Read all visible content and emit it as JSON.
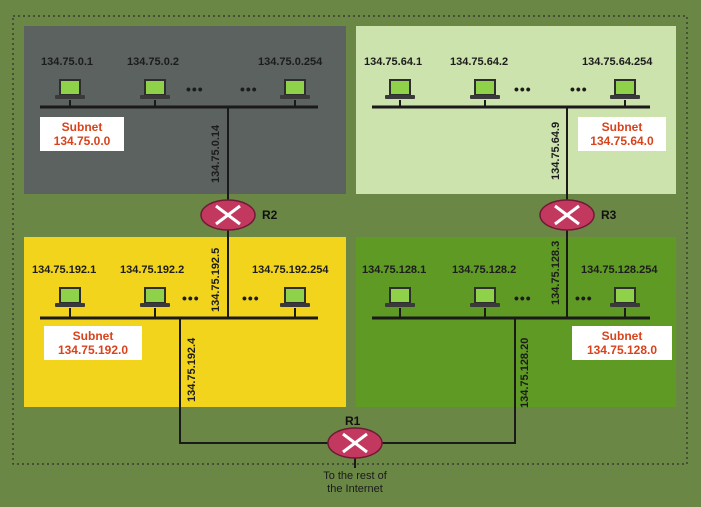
{
  "subnets": {
    "top_left": {
      "title": "Subnet",
      "address": "134.75.0.0",
      "hosts": [
        "134.75.0.1",
        "134.75.0.2",
        "134.75.0.254"
      ],
      "router_interface": "134.75.0.14"
    },
    "top_right": {
      "title": "Subnet",
      "address": "134.75.64.0",
      "hosts": [
        "134.75.64.1",
        "134.75.64.2",
        "134.75.64.254"
      ],
      "router_interface": "134.75.64.9"
    },
    "bottom_left": {
      "title": "Subnet",
      "address": "134.75.192.0",
      "hosts": [
        "134.75.192.1",
        "134.75.192.2",
        "134.75.192.254"
      ],
      "router_interface_r2": "134.75.192.5",
      "router_interface_r1": "134.75.192.4"
    },
    "bottom_right": {
      "title": "Subnet",
      "address": "134.75.128.0",
      "hosts": [
        "134.75.128.1",
        "134.75.128.2",
        "134.75.128.254"
      ],
      "router_interface_r3": "134.75.128.3",
      "router_interface_r1": "134.75.128.20"
    }
  },
  "routers": {
    "r1": "R1",
    "r2": "R2",
    "r3": "R3"
  },
  "dots": "•••",
  "footer": {
    "line1": "To the rest of",
    "line2": "the Internet"
  },
  "colors": {
    "background": "#6b8745",
    "top_left": "#5c6260",
    "top_right": "#cde3ad",
    "bottom_left": "#f2d41c",
    "bottom_right": "#5f9a25",
    "subnet_text": "#d8431c",
    "router": "#c2385e",
    "laptop_screen": "#8fd24a"
  }
}
